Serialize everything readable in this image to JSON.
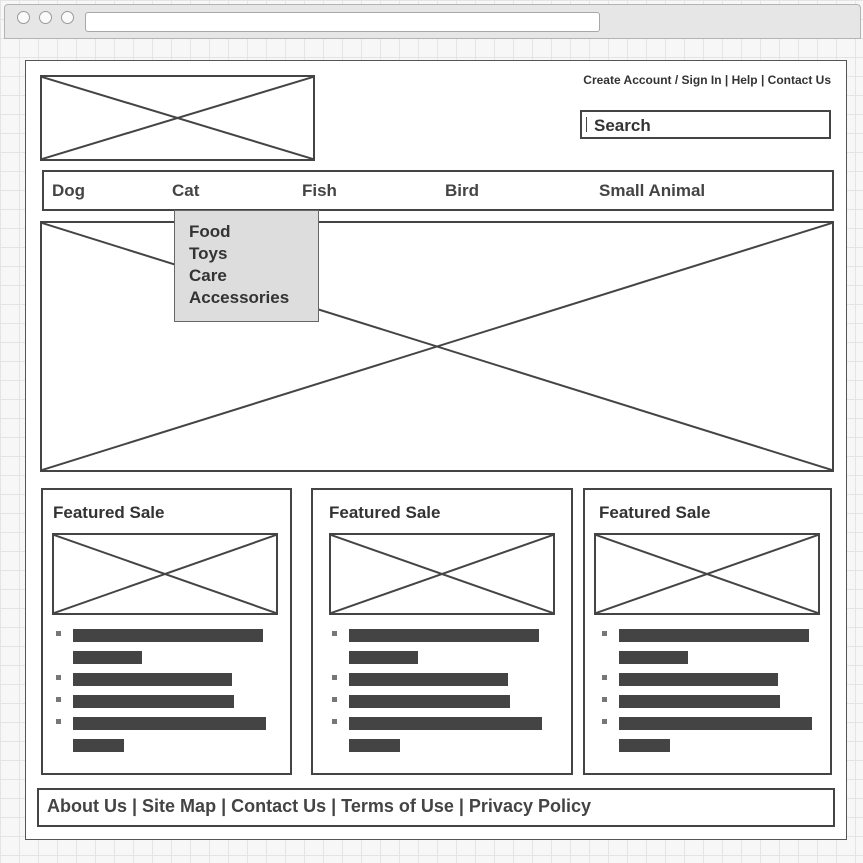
{
  "header": {
    "top_links": [
      "Create Account / Sign In",
      "Help",
      "Contact Us"
    ],
    "search_placeholder": "Search"
  },
  "nav": {
    "items": [
      "Dog",
      "Cat",
      "Fish",
      "Bird",
      "Small Animal"
    ],
    "dropdown": [
      "Food",
      "Toys",
      "Care",
      "Accessories"
    ]
  },
  "cards": [
    {
      "title": "Featured Sale"
    },
    {
      "title": "Featured Sale"
    },
    {
      "title": "Featured Sale"
    }
  ],
  "footer": {
    "links": [
      "About Us",
      "Site Map",
      "Contact Us",
      "Terms of Use",
      "Privacy Policy"
    ],
    "separator": " | "
  }
}
